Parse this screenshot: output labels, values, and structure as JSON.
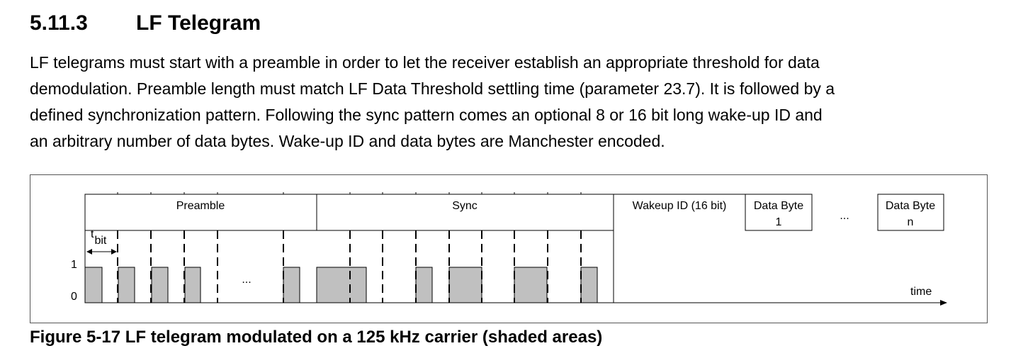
{
  "section": {
    "number": "5.11.3",
    "title": "LF Telegram"
  },
  "paragraph_lines": [
    "LF telegrams must start with a preamble in order to let the receiver establish an appropriate threshold for data",
    "demodulation. Preamble length must match LF Data Threshold settling time (parameter 23.7). It is followed by a",
    "defined synchronization pattern. Following the sync pattern comes an optional 8 or 16 bit long wake-up ID and",
    "an arbitrary number of data bytes. Wake-up ID and data bytes are Manchester encoded."
  ],
  "diagram": {
    "labels": {
      "preamble": "Preamble",
      "sync": "Sync",
      "wakeup": "Wakeup ID (16 bit)",
      "data_byte_1_line1": "Data Byte",
      "data_byte_1_line2": "1",
      "ellipsis_header": "...",
      "data_byte_n_line1": "Data Byte",
      "data_byte_n_line2": "n",
      "tbit_t": "t",
      "tbit_sub": "bit",
      "level_high": "1",
      "level_low": "0",
      "ellipsis_wave": "...",
      "time_axis": "time"
    },
    "colors": {
      "shade": "#c0c0c0",
      "line": "#000000"
    }
  },
  "caption": "Figure 5-17 LF telegram modulated on a 125 kHz carrier (shaded areas)"
}
